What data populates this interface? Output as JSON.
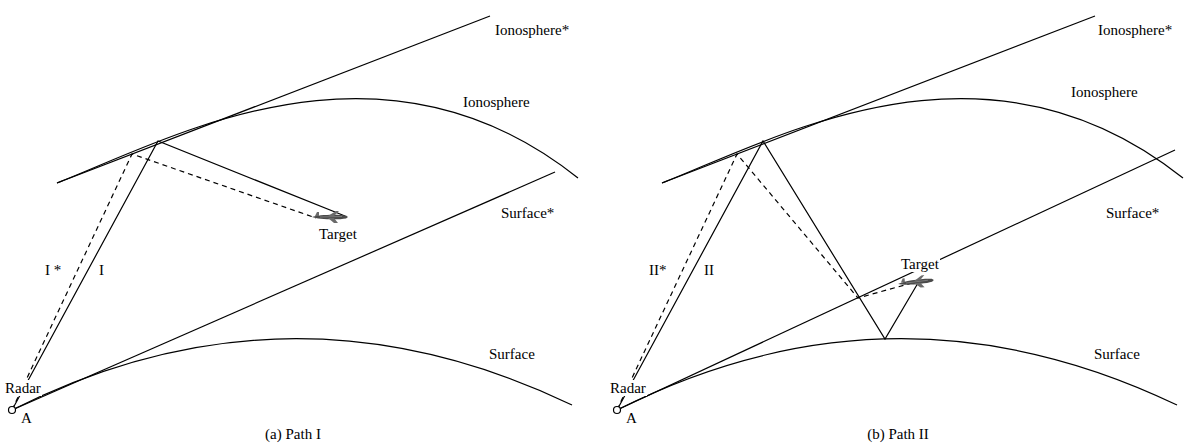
{
  "diagram": {
    "labels": [
      "Ionosphere*",
      "Ionosphere",
      "Target",
      "Surface*",
      "I *",
      "I",
      "Radar",
      "A",
      "Surface",
      "(a) Path I",
      "Ionosphere*",
      "Ionosphere",
      "Surface*",
      "Target",
      "II*",
      "II",
      "Radar",
      "A",
      "Surface",
      "(b) Path II"
    ]
  }
}
